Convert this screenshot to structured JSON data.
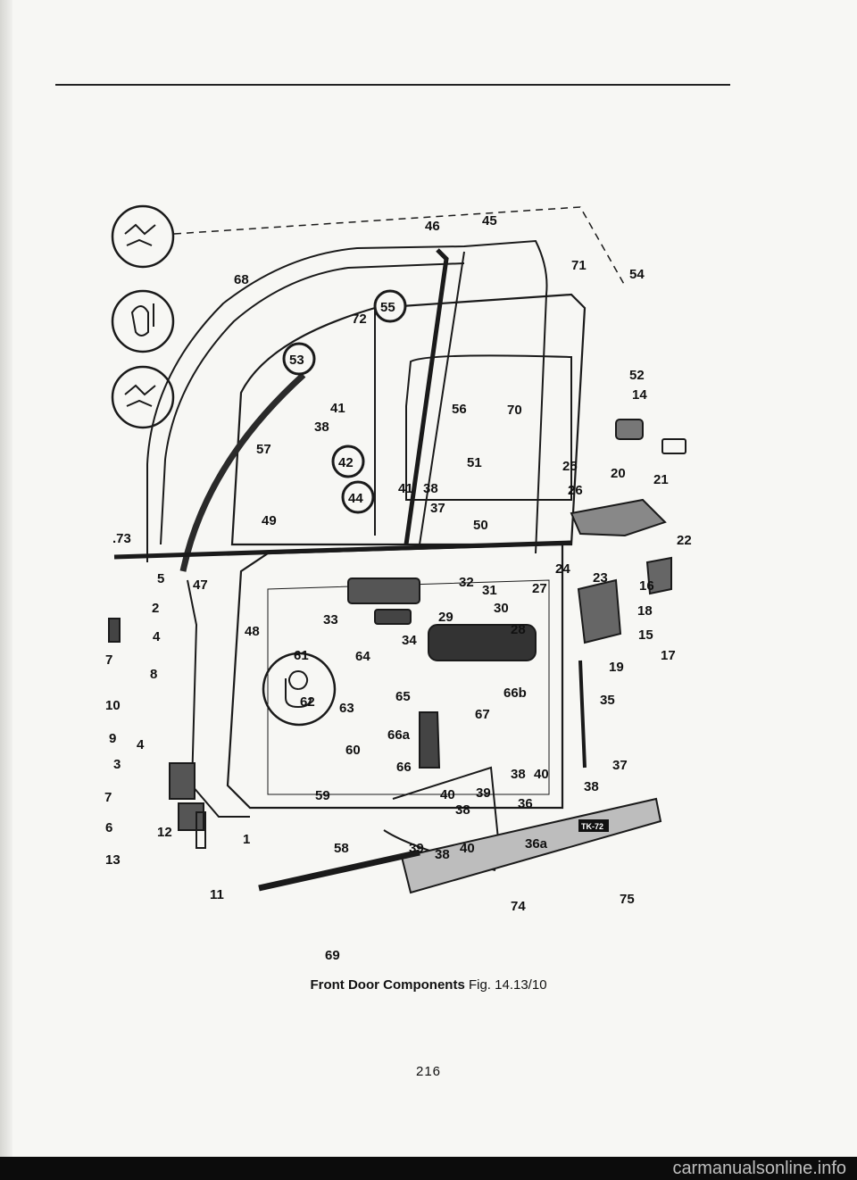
{
  "caption": {
    "title": "Front Door Components",
    "figure": "Fig. 14.13/10"
  },
  "page_number": "216",
  "watermark": "carmanualsonline.info",
  "badge": "TK-72",
  "callouts": [
    {
      "id": "lbl-46",
      "text": "46"
    },
    {
      "id": "lbl-45",
      "text": "45"
    },
    {
      "id": "lbl-71",
      "text": "71"
    },
    {
      "id": "lbl-54",
      "text": "54"
    },
    {
      "id": "lbl-68",
      "text": "68"
    },
    {
      "id": "lbl-72",
      "text": "72"
    },
    {
      "id": "lbl-55",
      "text": "55"
    },
    {
      "id": "lbl-53",
      "text": "53"
    },
    {
      "id": "lbl-52",
      "text": "52"
    },
    {
      "id": "lbl-14",
      "text": "14"
    },
    {
      "id": "lbl-41a",
      "text": "41"
    },
    {
      "id": "lbl-38a",
      "text": "38"
    },
    {
      "id": "lbl-56",
      "text": "56"
    },
    {
      "id": "lbl-70",
      "text": "70"
    },
    {
      "id": "lbl-57",
      "text": "57"
    },
    {
      "id": "lbl-42",
      "text": "42"
    },
    {
      "id": "lbl-51",
      "text": "51"
    },
    {
      "id": "lbl-25",
      "text": "25"
    },
    {
      "id": "lbl-20",
      "text": "20"
    },
    {
      "id": "lbl-21",
      "text": "21"
    },
    {
      "id": "lbl-41b",
      "text": "41"
    },
    {
      "id": "lbl-38b",
      "text": "38"
    },
    {
      "id": "lbl-44",
      "text": "44"
    },
    {
      "id": "lbl-26",
      "text": "26"
    },
    {
      "id": "lbl-37a",
      "text": "37"
    },
    {
      "id": "lbl-49",
      "text": "49"
    },
    {
      "id": "lbl-50",
      "text": "50"
    },
    {
      "id": "lbl-73",
      "text": ".73"
    },
    {
      "id": "lbl-22",
      "text": "22"
    },
    {
      "id": "lbl-24",
      "text": "24"
    },
    {
      "id": "lbl-5",
      "text": "5"
    },
    {
      "id": "lbl-47",
      "text": "47"
    },
    {
      "id": "lbl-32",
      "text": "32"
    },
    {
      "id": "lbl-31",
      "text": "31"
    },
    {
      "id": "lbl-27",
      "text": "27"
    },
    {
      "id": "lbl-23",
      "text": "23"
    },
    {
      "id": "lbl-16",
      "text": "16"
    },
    {
      "id": "lbl-2",
      "text": "2"
    },
    {
      "id": "lbl-30",
      "text": "30"
    },
    {
      "id": "lbl-18",
      "text": "18"
    },
    {
      "id": "lbl-48",
      "text": "48"
    },
    {
      "id": "lbl-33",
      "text": "33"
    },
    {
      "id": "lbl-29",
      "text": "29"
    },
    {
      "id": "lbl-4a",
      "text": "4"
    },
    {
      "id": "lbl-15",
      "text": "15"
    },
    {
      "id": "lbl-17",
      "text": "17"
    },
    {
      "id": "lbl-28",
      "text": "28"
    },
    {
      "id": "lbl-7a",
      "text": "7"
    },
    {
      "id": "lbl-61",
      "text": "61"
    },
    {
      "id": "lbl-34",
      "text": "34"
    },
    {
      "id": "lbl-64",
      "text": "64"
    },
    {
      "id": "lbl-8",
      "text": "8"
    },
    {
      "id": "lbl-19",
      "text": "19"
    },
    {
      "id": "lbl-10",
      "text": "10"
    },
    {
      "id": "lbl-62",
      "text": "62"
    },
    {
      "id": "lbl-63",
      "text": "63"
    },
    {
      "id": "lbl-65",
      "text": "65"
    },
    {
      "id": "lbl-66b",
      "text": "66b"
    },
    {
      "id": "lbl-35",
      "text": "35"
    },
    {
      "id": "lbl-67",
      "text": "67"
    },
    {
      "id": "lbl-9",
      "text": "9"
    },
    {
      "id": "lbl-66a",
      "text": "66a"
    },
    {
      "id": "lbl-4b",
      "text": "4"
    },
    {
      "id": "lbl-60",
      "text": "60"
    },
    {
      "id": "lbl-3",
      "text": "3"
    },
    {
      "id": "lbl-66",
      "text": "66"
    },
    {
      "id": "lbl-38c",
      "text": "38"
    },
    {
      "id": "lbl-40a",
      "text": "40"
    },
    {
      "id": "lbl-37b",
      "text": "37"
    },
    {
      "id": "lbl-38d",
      "text": "38"
    },
    {
      "id": "lbl-7b",
      "text": "7"
    },
    {
      "id": "lbl-59",
      "text": "59"
    },
    {
      "id": "lbl-40b",
      "text": "40"
    },
    {
      "id": "lbl-39a",
      "text": "39"
    },
    {
      "id": "lbl-36",
      "text": "36"
    },
    {
      "id": "lbl-38e",
      "text": "38"
    },
    {
      "id": "lbl-6",
      "text": "6"
    },
    {
      "id": "lbl-12",
      "text": "12"
    },
    {
      "id": "lbl-1",
      "text": "1"
    },
    {
      "id": "lbl-58",
      "text": "58"
    },
    {
      "id": "lbl-39b",
      "text": "39"
    },
    {
      "id": "lbl-38f",
      "text": "38"
    },
    {
      "id": "lbl-40c",
      "text": "40"
    },
    {
      "id": "lbl-36a",
      "text": "36a"
    },
    {
      "id": "lbl-13",
      "text": "13"
    },
    {
      "id": "lbl-11",
      "text": "11"
    },
    {
      "id": "lbl-75",
      "text": "75"
    },
    {
      "id": "lbl-74",
      "text": "74"
    },
    {
      "id": "lbl-69",
      "text": "69"
    }
  ]
}
